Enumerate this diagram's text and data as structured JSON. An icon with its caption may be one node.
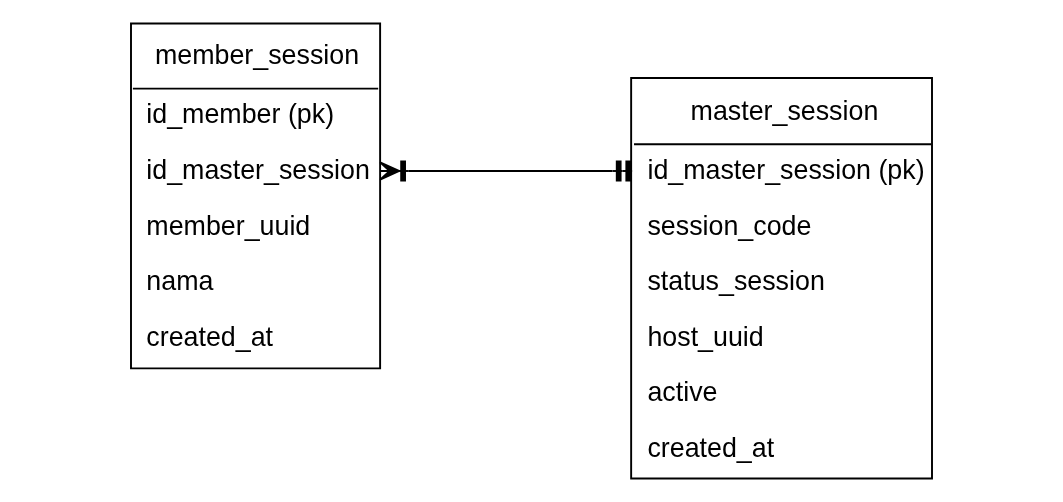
{
  "diagram": {
    "nodes": [
      {
        "text": [
          "member_session",
          "id_member (pk)",
          "id_master_session",
          "member_uuid",
          "nama",
          "created_at"
        ]
      },
      {
        "text": [
          "master_session",
          "id_master_session (pk)",
          "session_code",
          "status_session",
          "host_uuid",
          "active",
          "created_at"
        ]
      }
    ],
    "edges": [
      {
        "from": 0,
        "to": 1,
        "arrow": "other"
      }
    ]
  }
}
